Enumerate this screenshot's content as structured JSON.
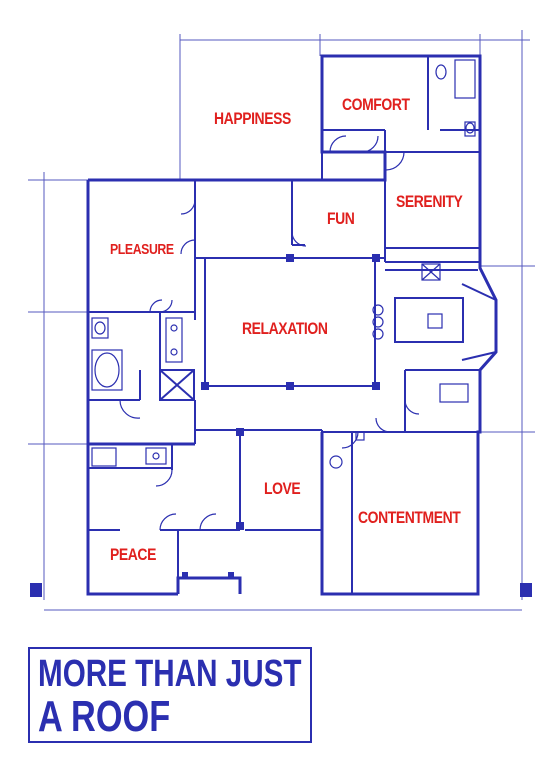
{
  "colors": {
    "blueprint": "#2b2fb0",
    "label": "#e0201e",
    "background": "#ffffff"
  },
  "rooms": {
    "happiness": "HAPPINESS",
    "comfort": "COMFORT",
    "fun": "FUN",
    "serenity": "SERENITY",
    "pleasure": "PLEASURE",
    "relaxation": "RELAXATION",
    "love": "LOVE",
    "contentment": "CONTENTMENT",
    "peace": "PEACE"
  },
  "title": {
    "line1": "MORE THAN JUST",
    "line2": "A ROOF"
  }
}
